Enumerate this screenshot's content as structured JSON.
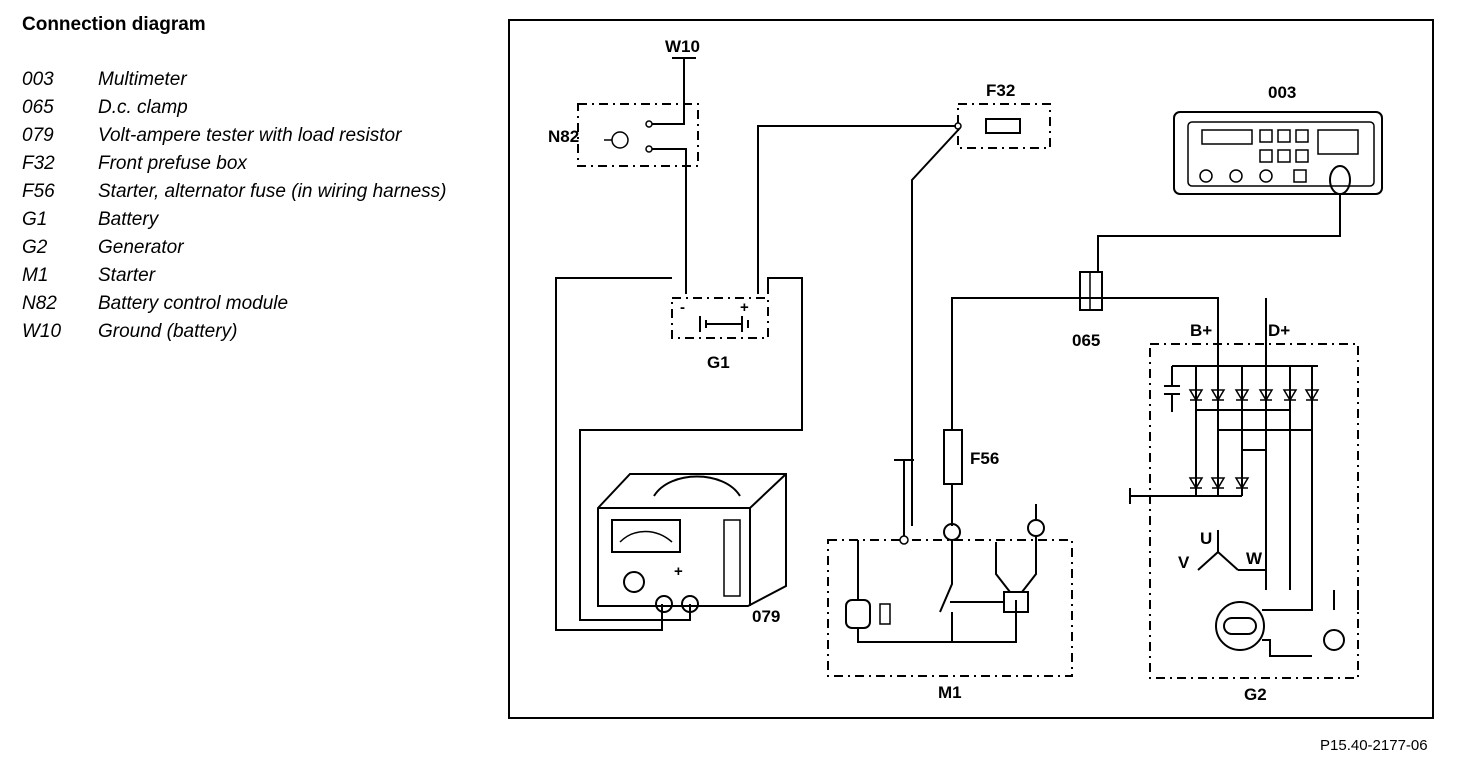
{
  "legend": {
    "title": "Connection diagram",
    "items": [
      {
        "code": "003",
        "description": "Multimeter"
      },
      {
        "code": "065",
        "description": "D.c. clamp"
      },
      {
        "code": "079",
        "description": "Volt-ampere tester with load resistor"
      },
      {
        "code": "F32",
        "description": "Front prefuse box"
      },
      {
        "code": "F56",
        "description": "Starter, alternator fuse (in wiring harness)"
      },
      {
        "code": "G1",
        "description": "Battery"
      },
      {
        "code": "G2",
        "description": "Generator"
      },
      {
        "code": "M1",
        "description": "Starter"
      },
      {
        "code": "N82",
        "description": "Battery control module"
      },
      {
        "code": "W10",
        "description": "Ground (battery)"
      }
    ]
  },
  "diagram": {
    "labels": {
      "w10": "W10",
      "n82": "N82",
      "f32": "F32",
      "device_003": "003",
      "clamp_065": "065",
      "g1": "G1",
      "f56": "F56",
      "tester_079": "079",
      "m1": "M1",
      "g2": "G2",
      "b_plus": "B+",
      "d_plus": "D+",
      "phase_u": "U",
      "phase_v": "V",
      "phase_w": "W",
      "battery_minus": "-",
      "battery_plus": "+"
    },
    "reference": "P15.40-2177-06"
  }
}
